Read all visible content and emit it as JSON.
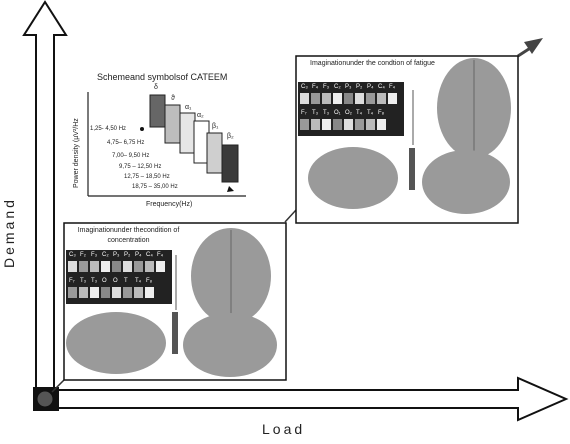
{
  "axes": {
    "y_label": "Demand",
    "x_label": "Load"
  },
  "scheme": {
    "title": "Schemeand symbolsof CATEEM",
    "y_label": "Power density (µV²/Hz",
    "x_label": "Frequency(Hz)",
    "bands": [
      {
        "symbol": "δ",
        "range": "1,25- 4,50 Hz",
        "color": "#666666"
      },
      {
        "symbol": "ϑ",
        "range": "4,75– 6,75 Hz",
        "color": "#bdbdbd"
      },
      {
        "symbol": "α₁",
        "range": "7,00– 9,50 Hz",
        "color": "#e6e6e6"
      },
      {
        "symbol": "α₂",
        "range": "9,75 – 12,50 Hz",
        "color": "#ffffff"
      },
      {
        "symbol": "β₁",
        "range": "12,75 – 18,50 Hz",
        "color": "#cfcfcf"
      },
      {
        "symbol": "β₂",
        "range": "18,75 – 35,00 Hz",
        "color": "#3a3a3a"
      }
    ]
  },
  "panel_fatigue": {
    "title": "Imaginationunder the condtion of fatigue",
    "electrodes_row1": [
      "C₃",
      "F₄",
      "F₃",
      "C₂",
      "P₃",
      "P₂",
      "P₄",
      "C₄",
      "F₄"
    ],
    "electrodes_row2": [
      "F₇",
      "T₃",
      "T₃",
      "O₁",
      "O₂",
      "T₄",
      "T₄",
      "F₈"
    ]
  },
  "panel_concentration": {
    "title": "Imaginationunder thecondition of concentration",
    "electrodes_row1": [
      "C₃",
      "F₂",
      "F₃",
      "C₂",
      "P₃",
      "P₂",
      "P₄",
      "C₄",
      "F₄"
    ],
    "electrodes_row2": [
      "F₇",
      "T₃",
      "T₃",
      "O",
      "O",
      "T",
      "T₄",
      "F₈"
    ]
  },
  "colors": {
    "arrow_fill": "#ffffff",
    "arrow_stroke": "#111111",
    "trend_arrow": "#444444",
    "brain": "#9a9a9a",
    "origin": "#333333"
  }
}
